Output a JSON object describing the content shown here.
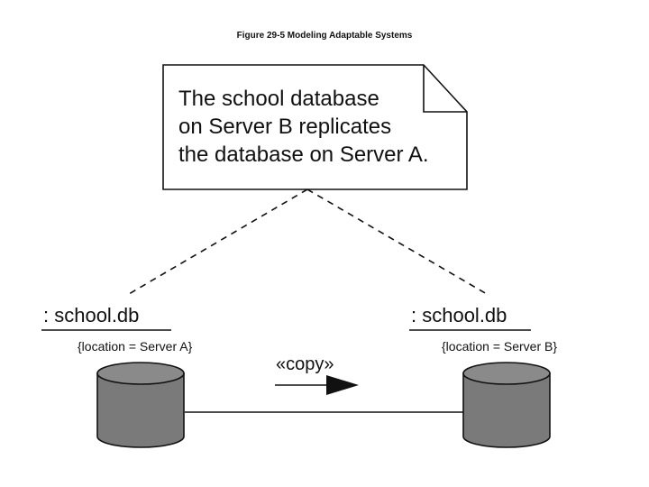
{
  "figure": {
    "caption": "Figure 29-5 Modeling Adaptable Systems"
  },
  "note": {
    "lines": [
      "The school database",
      "on Server B replicates",
      "the database on Server A."
    ]
  },
  "nodes": [
    {
      "name": ": school.db",
      "tagged_value": "{location = Server A}",
      "icon": "database-cylinder-icon"
    },
    {
      "name": ": school.db",
      "tagged_value": "{location = Server B}",
      "icon": "database-cylinder-icon"
    }
  ],
  "relationship": {
    "stereotype": "«copy»",
    "direction": "left-to-right",
    "icon": "filled-triangle-arrow-icon"
  },
  "colors": {
    "line": "#111111",
    "cylinder_fill": "#7a7a7a",
    "background": "#ffffff"
  }
}
